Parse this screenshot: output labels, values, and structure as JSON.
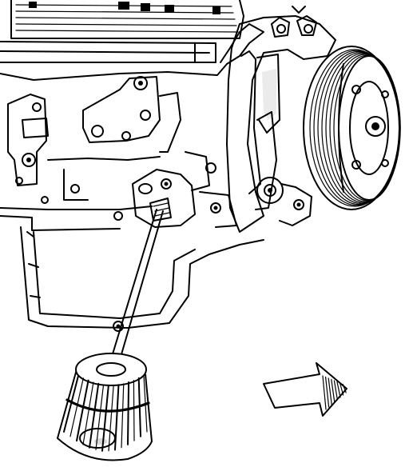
{
  "colors": {
    "ink": "#000000",
    "paper": "#ffffff"
  },
  "parts": {
    "engine_block": "engine-block",
    "pulley": "drive-pulley",
    "oil_filter": "oil-filter",
    "filter_adapter": "filter-adapter",
    "direction_arrow": "direction-arrow-icon"
  },
  "counts": {
    "pulley_grooves": 7,
    "filter_ribs": 14,
    "arrow_hatches": 8
  }
}
